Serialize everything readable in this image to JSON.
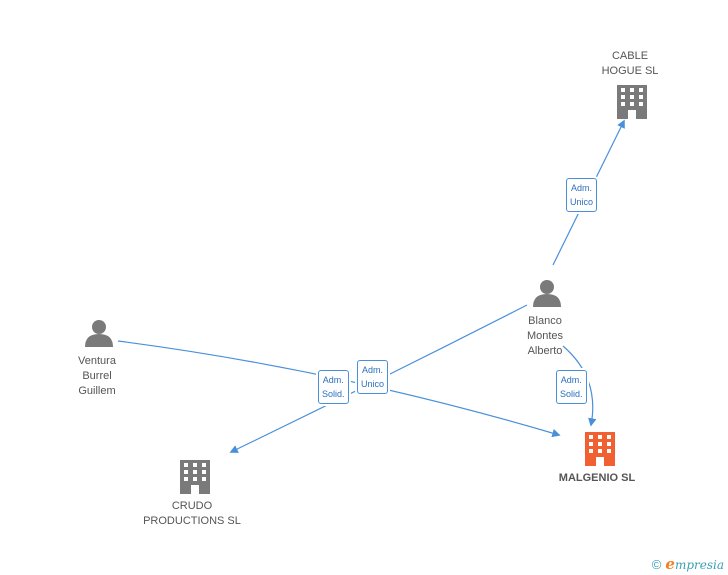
{
  "nodes": {
    "cable": {
      "label": "CABLE\nHOGUE SL",
      "kind": "company"
    },
    "blanco": {
      "label": "Blanco\nMontes\nAlberto",
      "kind": "person"
    },
    "ventura": {
      "label": "Ventura\nBurrel\nGuillem",
      "kind": "person"
    },
    "malgenio": {
      "label": "MALGENIO SL",
      "kind": "company-main"
    },
    "crudo": {
      "label": "CRUDO\nPRODUCTIONS SL",
      "kind": "company"
    }
  },
  "roles": {
    "blanco_cable": "Adm.\nUnico",
    "blanco_crudo": "Adm.\nUnico",
    "ventura_malgenio": "Adm.\nSolid.",
    "blanco_malgenio": "Adm.\nSolid."
  },
  "colors": {
    "edge": "#4a90d9",
    "icon": "#7a7a7a",
    "main_icon": "#f06030"
  },
  "footer": {
    "copyright": "©",
    "brand_initial": "e",
    "brand_rest": "mpresia"
  }
}
